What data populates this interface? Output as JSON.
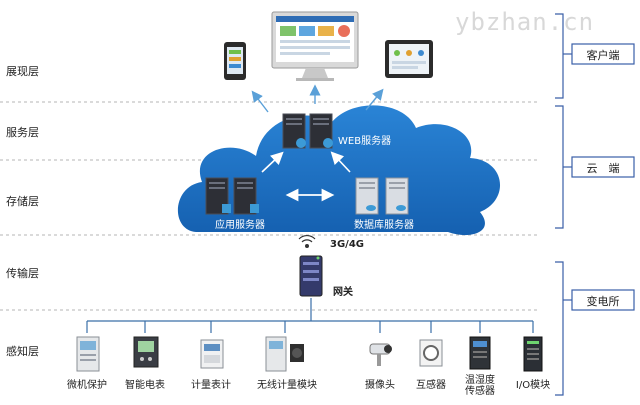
{
  "watermark": "ybzhan.cn",
  "layers": [
    {
      "label": "展现层"
    },
    {
      "label": "服务层"
    },
    {
      "label": "存储层"
    },
    {
      "label": "传输层"
    },
    {
      "label": "感知层"
    }
  ],
  "groups": [
    {
      "label": "客户端"
    },
    {
      "label": "云　端"
    },
    {
      "label": "变电所"
    }
  ],
  "cloud": {
    "web_server": "WEB服务器",
    "app_server": "应用服务器",
    "db_server": "数据库服务器"
  },
  "transport": {
    "network": "3G/4G",
    "gateway": "网关"
  },
  "devices": [
    {
      "label": "微机保护"
    },
    {
      "label": "智能电表"
    },
    {
      "label": "计量表计"
    },
    {
      "label": "无线计量模块"
    },
    {
      "label": "摄像头"
    },
    {
      "label": "互感器"
    },
    {
      "label": "温湿度\n传感器"
    },
    {
      "label": "I/O模块"
    }
  ],
  "colors": {
    "cloud": "#1e74c8",
    "arrow": "#5aa0d8",
    "bracket": "#3a5fa8",
    "divider": "#aaaaaa"
  }
}
